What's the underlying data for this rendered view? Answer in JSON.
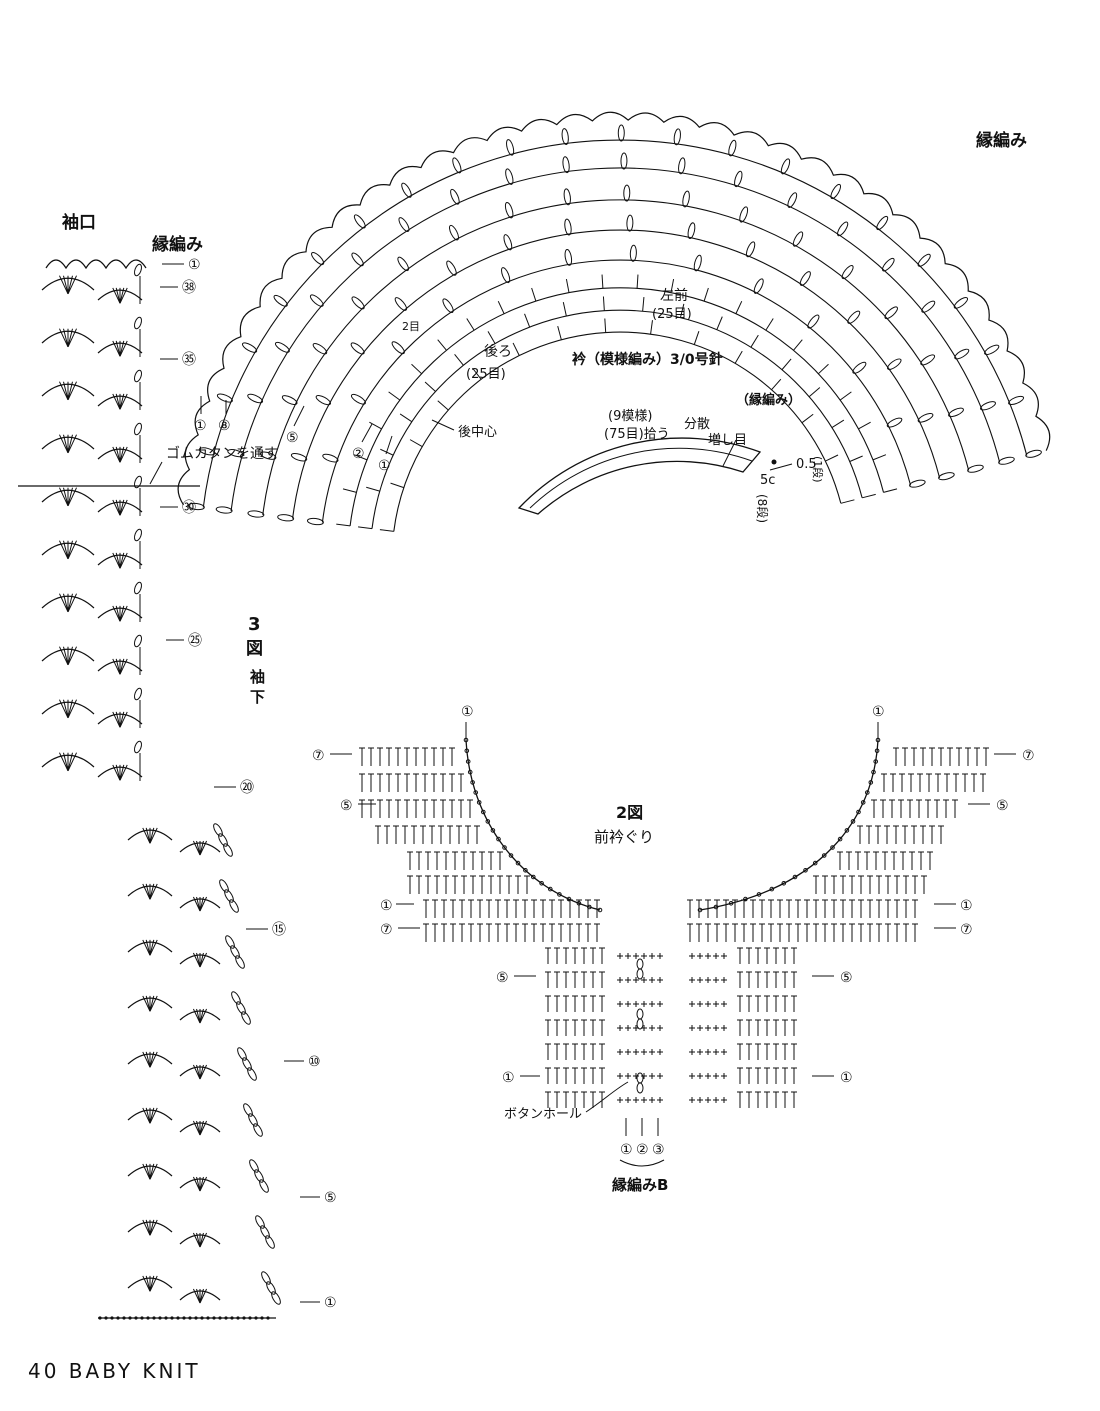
{
  "labels": {
    "cuff": "袖口",
    "edging_left": "縁編み",
    "edging_top": "縁編み",
    "edging_small": "（縁編み）",
    "elastic": "ゴムカタンを通す",
    "fig3_num": "3",
    "fig3_zu": "図",
    "fig3_sub1": "袖",
    "fig3_sub2": "下",
    "left_front": "左前",
    "left_front_count": "(25目)",
    "back": "後ろ",
    "back_count": "(25目)",
    "back_center": "後中心",
    "two_rows": "2目",
    "collar_title": "衿（模様編み）3/0号針",
    "pattern_count": "(9模様)",
    "pick_up": "(75目)拾う",
    "distribute": "分散",
    "increase": "増し目",
    "dim_05": "0.5",
    "dim_1row": "(1段)",
    "dim_5c": "5c",
    "dim_8rows": "(8段)",
    "fig2_title": "2図",
    "fig2_sub": "前衿ぐり",
    "buttonhole": "ボタンホール",
    "edging_b": "縁編みB",
    "footer": "40 BABY KNIT"
  },
  "row_markers": {
    "sleeve": [
      "①",
      "㊳",
      "㉟",
      "㉚",
      "㉕",
      "⑳",
      "⑮",
      "⑩",
      "⑤",
      "①"
    ],
    "collar_bottom": [
      "①",
      "⑧",
      "⑤",
      "②",
      "①"
    ],
    "front_left": [
      "①",
      "⑦",
      "⑤",
      "①",
      "⑦",
      "⑤",
      "①"
    ],
    "front_right": [
      "①",
      "⑦",
      "⑤",
      "①",
      "⑦",
      "⑤",
      "①"
    ],
    "edging_b": [
      "①",
      "②",
      "③"
    ]
  },
  "colors": {
    "ink": "#111111",
    "paper": "#ffffff"
  }
}
